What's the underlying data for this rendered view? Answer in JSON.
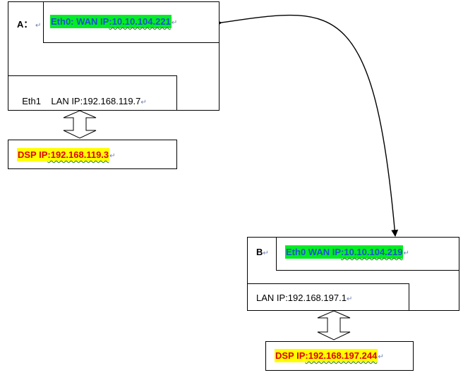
{
  "node_a": {
    "label": "A：",
    "wan_prefix": "Eth0: WAN IP",
    "wan_ip": ":10.10.104.221",
    "lan_prefix": "Eth1    LAN IP",
    "lan_ip": ":192.168.119.7",
    "dsp_prefix": "DSP IP",
    "dsp_ip": ":192.168.119.3"
  },
  "node_b": {
    "label": "B",
    "wan_prefix": "Eth0 WAN IP",
    "wan_ip": ":10.10.104.219",
    "lan_prefix": "LAN IP",
    "lan_ip": ":192.168.197.1",
    "dsp_prefix": "DSP IP",
    "dsp_ip": ":192.168.197.244"
  },
  "marks": {
    "paragraph": "↵"
  },
  "colors": {
    "wan_highlight": "#00ee22",
    "wan_text": "#1f4fd6",
    "dsp_highlight": "#ffff00",
    "dsp_text": "#e00000"
  }
}
